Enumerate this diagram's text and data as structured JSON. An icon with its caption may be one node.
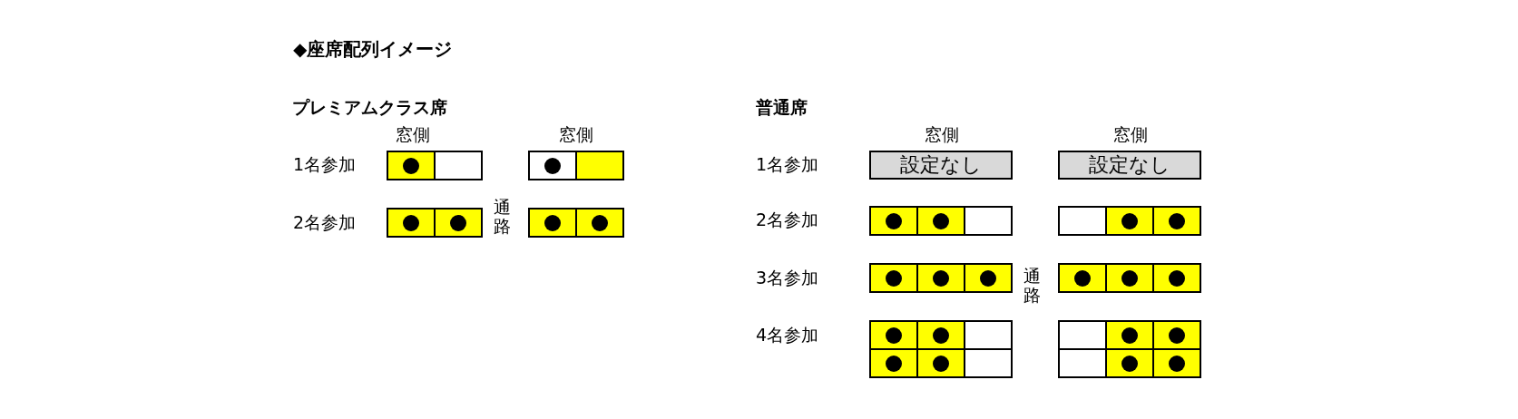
{
  "diagram": {
    "title": "◆座席配列イメージ",
    "nodes": [
      {
        "text": [
          "設定なし"
        ]
      },
      {
        "text": [
          "設定なし"
        ]
      }
    ],
    "edges": [],
    "labels": [
      "プレミアムクラス席",
      "窓側",
      "窓側",
      "1名参加",
      "2名参加",
      "通路",
      "普通席",
      "窓側",
      "窓側",
      "1名参加",
      "2名参加",
      "3名参加",
      "4名参加",
      "通路"
    ]
  }
}
